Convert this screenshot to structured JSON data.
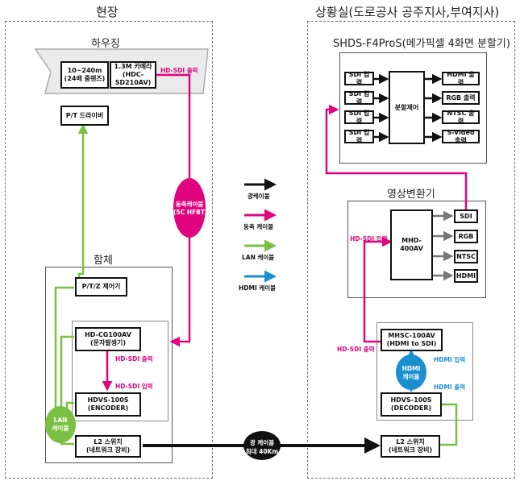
{
  "colors": {
    "optical": "#111111",
    "coax": "#e0047e",
    "lan": "#7bc043",
    "hdmi": "#1b8fd0"
  },
  "field": {
    "title": "현장",
    "housing": {
      "title": "하우징",
      "lens": [
        "10~240m",
        "(24배 줌렌즈)"
      ],
      "camera": [
        "1.3M 카메라",
        "(HDC-SD210AV)"
      ],
      "pt_driver": "P/T 드라이버",
      "hdsdi_out": "HD-SDI 출력"
    },
    "coax_cable": [
      "동축케이블",
      "(5C HFBT)"
    ],
    "enclosure": {
      "title": "함체",
      "ptz": "P/T/Z 제어기",
      "cg": [
        "HD-CG100AV",
        "(문자발생기)"
      ],
      "hdsdi_out": "HD-SDI 출력",
      "hdsdi_in": "HD-SDI 입력",
      "encoder": [
        "HDVS-100S",
        "(ENCODER)"
      ],
      "lan_cable": [
        "LAN",
        "케이블"
      ],
      "switch": [
        "L2 스위치",
        "(네트워크 장비)"
      ]
    }
  },
  "legend": {
    "optical": "광케이블",
    "coax": "동축 케이블",
    "lan": "LAN 케이블",
    "hdmi": "HDMI 케이블"
  },
  "optical_link": [
    "광 케이블",
    "최대 40Km"
  ],
  "control_room": {
    "title": "상황실(도로공사 공주지사,부여지사)",
    "shds": {
      "title": "SHDS-F4ProS(메가픽셀 4화면 분할기)",
      "inputs": [
        "SDI 입력",
        "SDI 입력",
        "SDI 입력",
        "SDI 입력"
      ],
      "split": "분할제어",
      "outputs": [
        "HDMI 출력",
        "RGB 출력",
        "NTSC 출력",
        "S-Video 출력"
      ]
    },
    "converter": {
      "title": "영상변환기",
      "hdsdi_in": "HD-SDI 입력",
      "device": "MHD-400AV",
      "outputs": [
        "SDI",
        "RGB",
        "NTSC",
        "HDMI"
      ]
    },
    "receiver": {
      "hdsdi_out": "HD-SDI 출력",
      "mhsc": [
        "MHSC-100AV",
        "(HDMI to SDI)"
      ],
      "hdmi_in": "HDMI 입력",
      "hdmi_cable": [
        "HDMI",
        "케이블"
      ],
      "hdmi_out": "HDMI 출력",
      "decoder": [
        "HDVS-100S",
        "(DECODER)"
      ],
      "switch": [
        "L2 스위치",
        "(네트워크 장비)"
      ]
    }
  }
}
